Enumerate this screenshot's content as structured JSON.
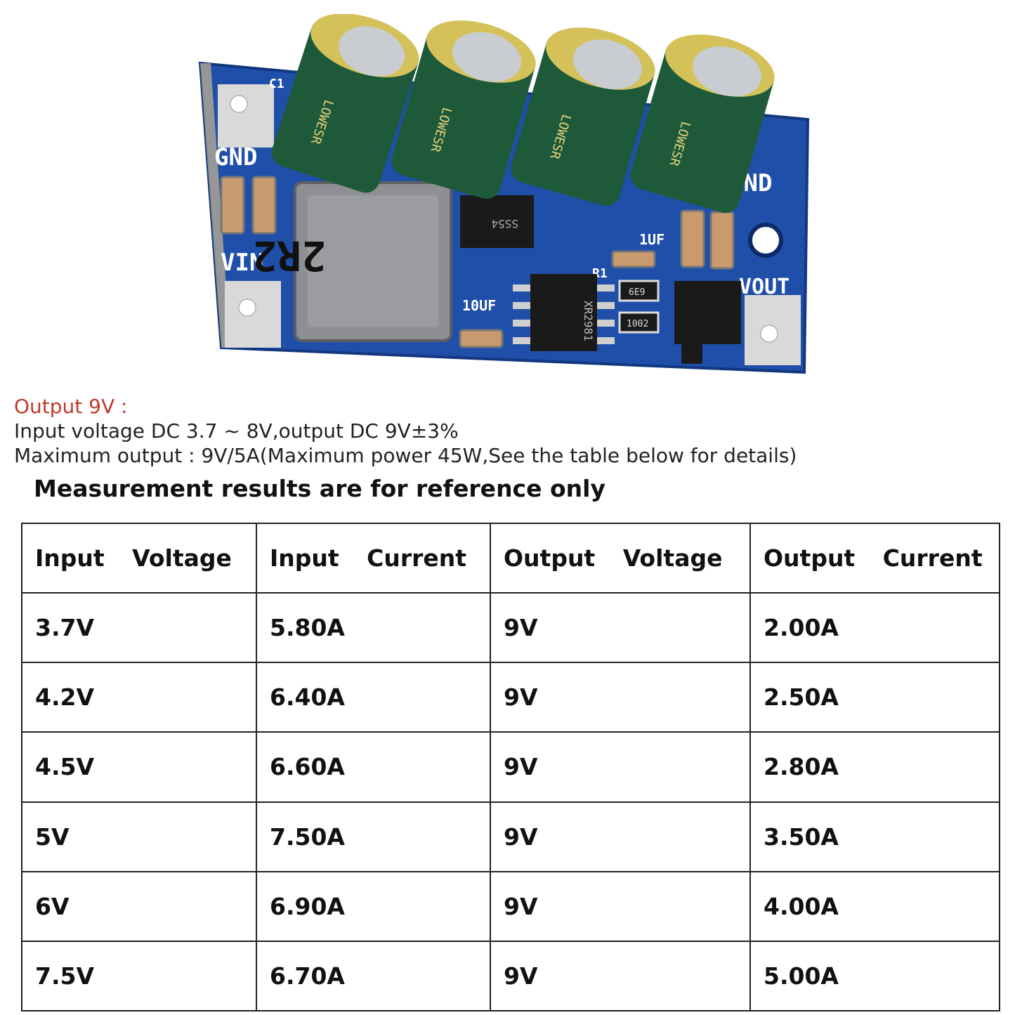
{
  "board": {
    "labels": {
      "gnd_left": "GND",
      "vin": "VIN",
      "gnd_right": "GND",
      "vout": "VOUT",
      "c1": "C1",
      "r1": "R1",
      "cap_1uf": "1UF",
      "cap_10uf": "10UF",
      "inductor": "2R2",
      "ic_main": "XR2981",
      "ic_diode": "SS54",
      "res_a": "6E9",
      "res_b": "1002",
      "cap_text": "LOWESR"
    },
    "colors": {
      "pcb": "#1f4fa8",
      "capacitor": "#1e5a3a",
      "cap_top": "#c9cdd2",
      "inductor": "#8d8f93",
      "pad": "#d9d9d9"
    }
  },
  "specs": {
    "title": "Output 9V :",
    "line1": "Input voltage DC 3.7 ~ 8V,output DC 9V±3%",
    "line2": "Maximum output : 9V/5A(Maximum power 45W,See the table below for details)"
  },
  "note": "Measurement results are for reference only",
  "table": {
    "headers": [
      "Input Voltage",
      "Input Current",
      "Output Voltage",
      "Output Current"
    ],
    "rows": [
      [
        "3.7V",
        "5.80A",
        "9V",
        "2.00A"
      ],
      [
        "4.2V",
        "6.40A",
        "9V",
        "2.50A"
      ],
      [
        "4.5V",
        "6.60A",
        "9V",
        "2.80A"
      ],
      [
        "5V",
        "7.50A",
        "9V",
        "3.50A"
      ],
      [
        "6V",
        "6.90A",
        "9V",
        "4.00A"
      ],
      [
        "7.5V",
        "6.70A",
        "9V",
        "5.00A"
      ]
    ]
  }
}
